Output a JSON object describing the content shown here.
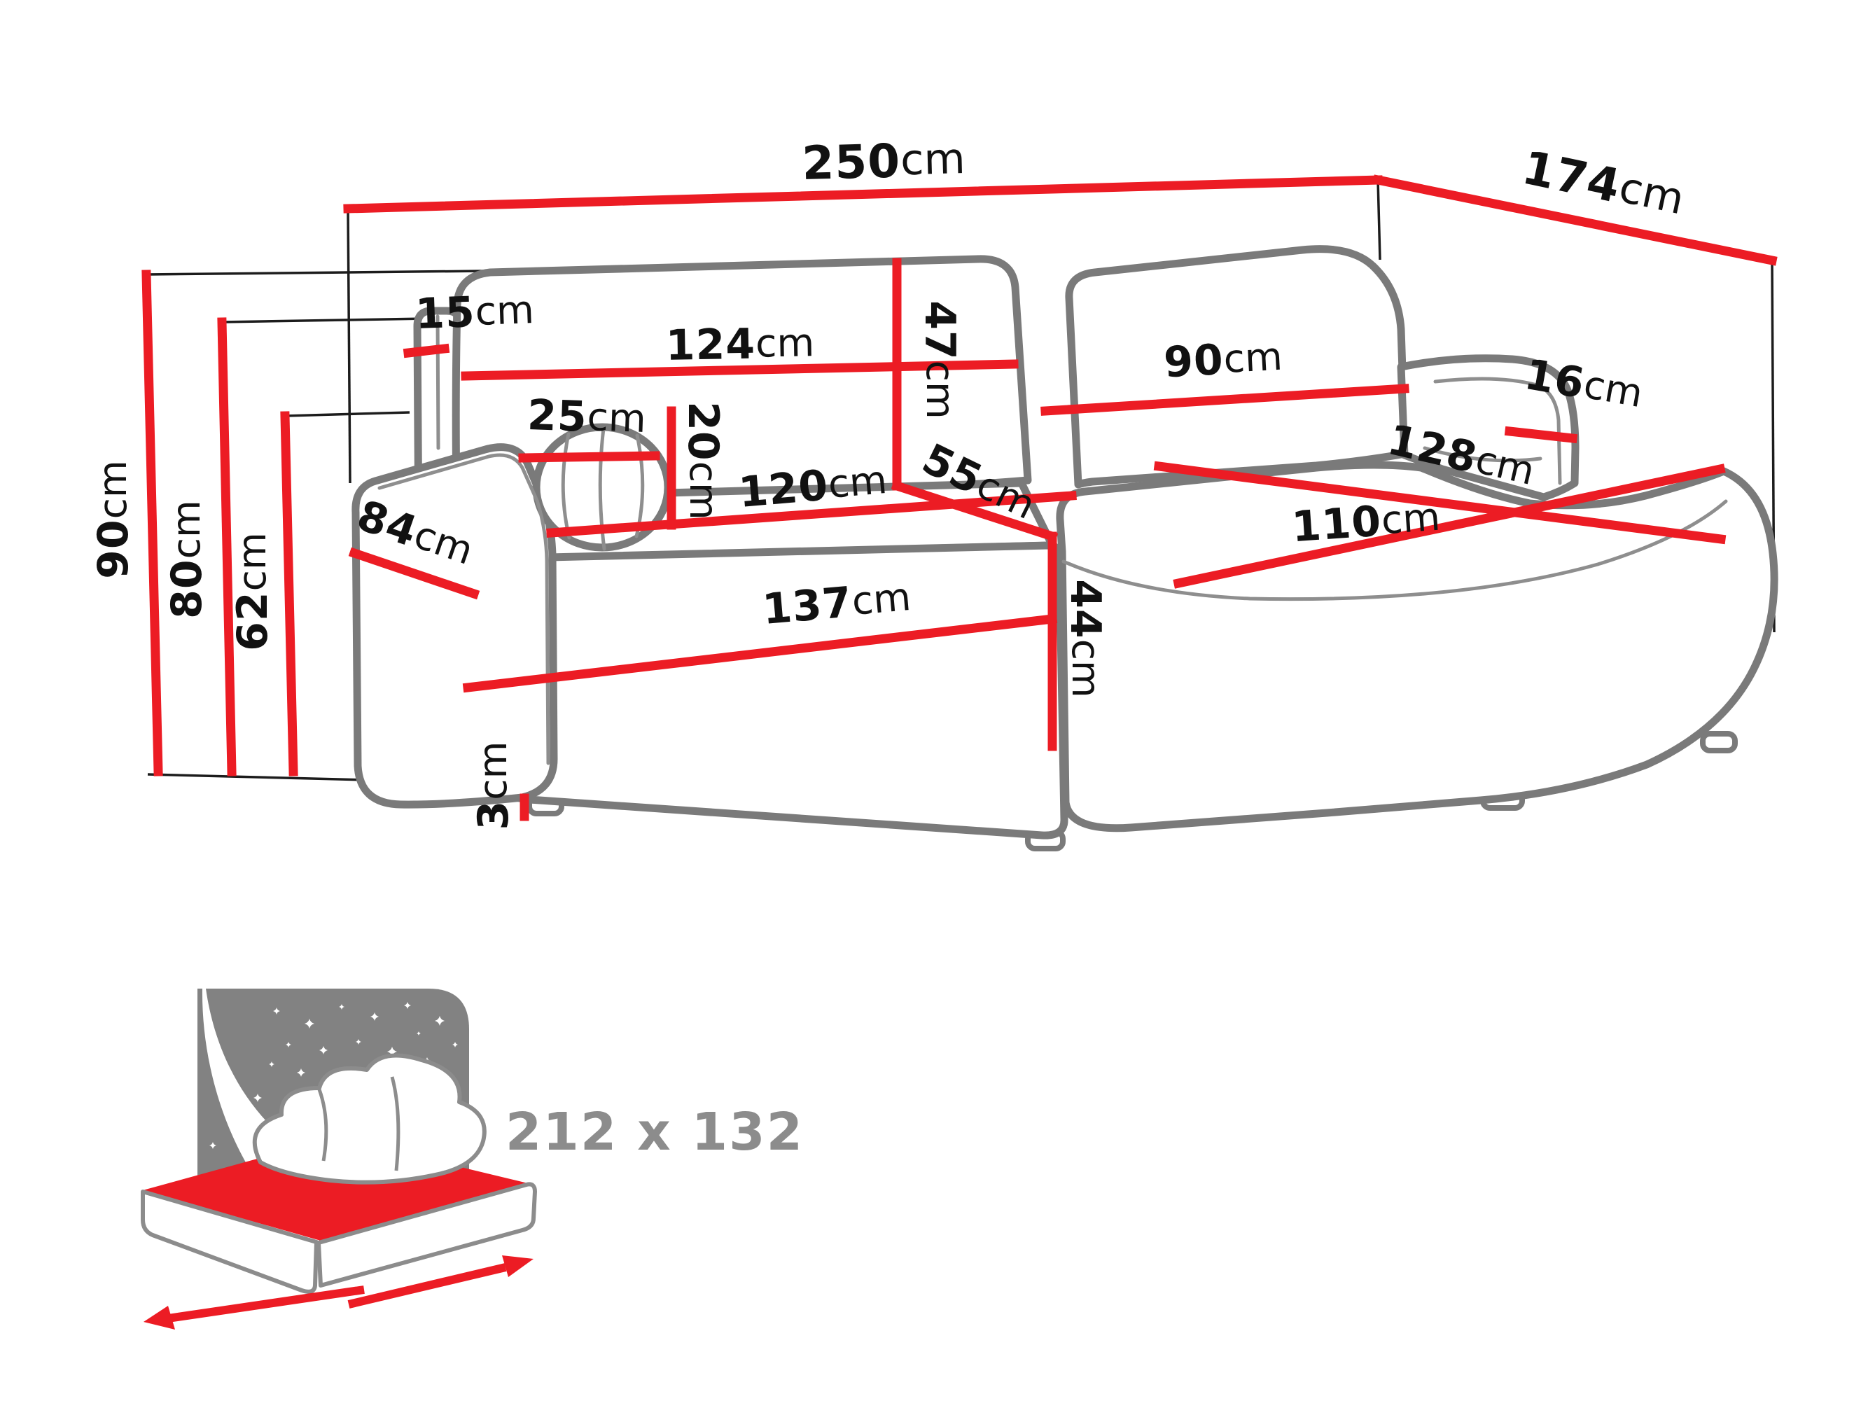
{
  "diagram_title": "corner-sofa-dimensions",
  "dims": {
    "total_width": {
      "value": "250",
      "unit": "cm"
    },
    "total_depth": {
      "value": "174",
      "unit": "cm"
    },
    "total_height": {
      "value": "90",
      "unit": "cm"
    },
    "wing_height": {
      "value": "80",
      "unit": "cm"
    },
    "armrest_height": {
      "value": "62",
      "unit": "cm"
    },
    "wing_width": {
      "value": "15",
      "unit": "cm"
    },
    "backrest_width": {
      "value": "124",
      "unit": "cm"
    },
    "backrest_height": {
      "value": "47",
      "unit": "cm"
    },
    "pillow_diameter": {
      "value": "25",
      "unit": "cm"
    },
    "pillow_height": {
      "value": "20",
      "unit": "cm"
    },
    "seat_width": {
      "value": "120",
      "unit": "cm"
    },
    "seat_depth": {
      "value": "55",
      "unit": "cm"
    },
    "armrest_depth": {
      "value": "84",
      "unit": "cm"
    },
    "base_width": {
      "value": "137",
      "unit": "cm"
    },
    "base_height": {
      "value": "44",
      "unit": "cm"
    },
    "right_backrest_width": {
      "value": "90",
      "unit": "cm"
    },
    "right_armrest_height": {
      "value": "16",
      "unit": "cm"
    },
    "chaise_length": {
      "value": "128",
      "unit": "cm"
    },
    "chaise_width": {
      "value": "110",
      "unit": "cm"
    },
    "leg_height": {
      "value": "3",
      "unit": "cm"
    }
  },
  "sleeping_area": {
    "label": "212 x 132"
  },
  "colors": {
    "dimension_red": "#ec1c24",
    "outline_gray": "#7a7a7a",
    "extension_black": "#1c1c1c",
    "sleeping_gray": "#8c8c8c"
  }
}
